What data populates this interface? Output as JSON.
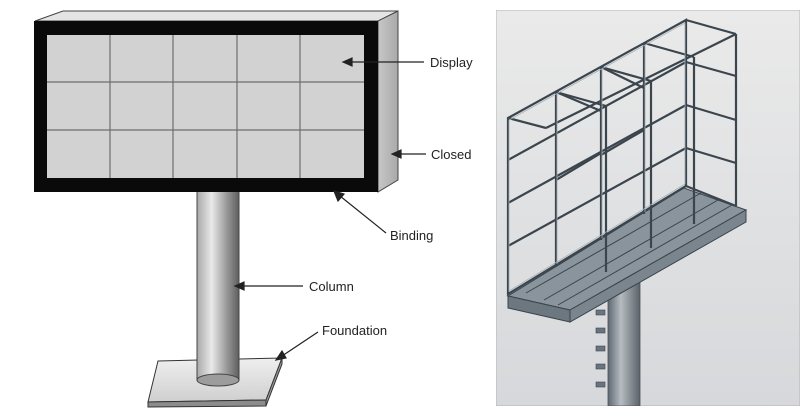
{
  "labels": {
    "display": "Display",
    "closed": "Closed",
    "binding": "Binding",
    "column": "Column",
    "foundation": "Foundation"
  },
  "colors": {
    "frame": "#0a0a0a",
    "tile": "#d2d2d2",
    "tile_line": "#6e6e6e",
    "side": "#bdbdbd",
    "steel": "#7f8a93",
    "render_bg": "#dfe1e4"
  }
}
